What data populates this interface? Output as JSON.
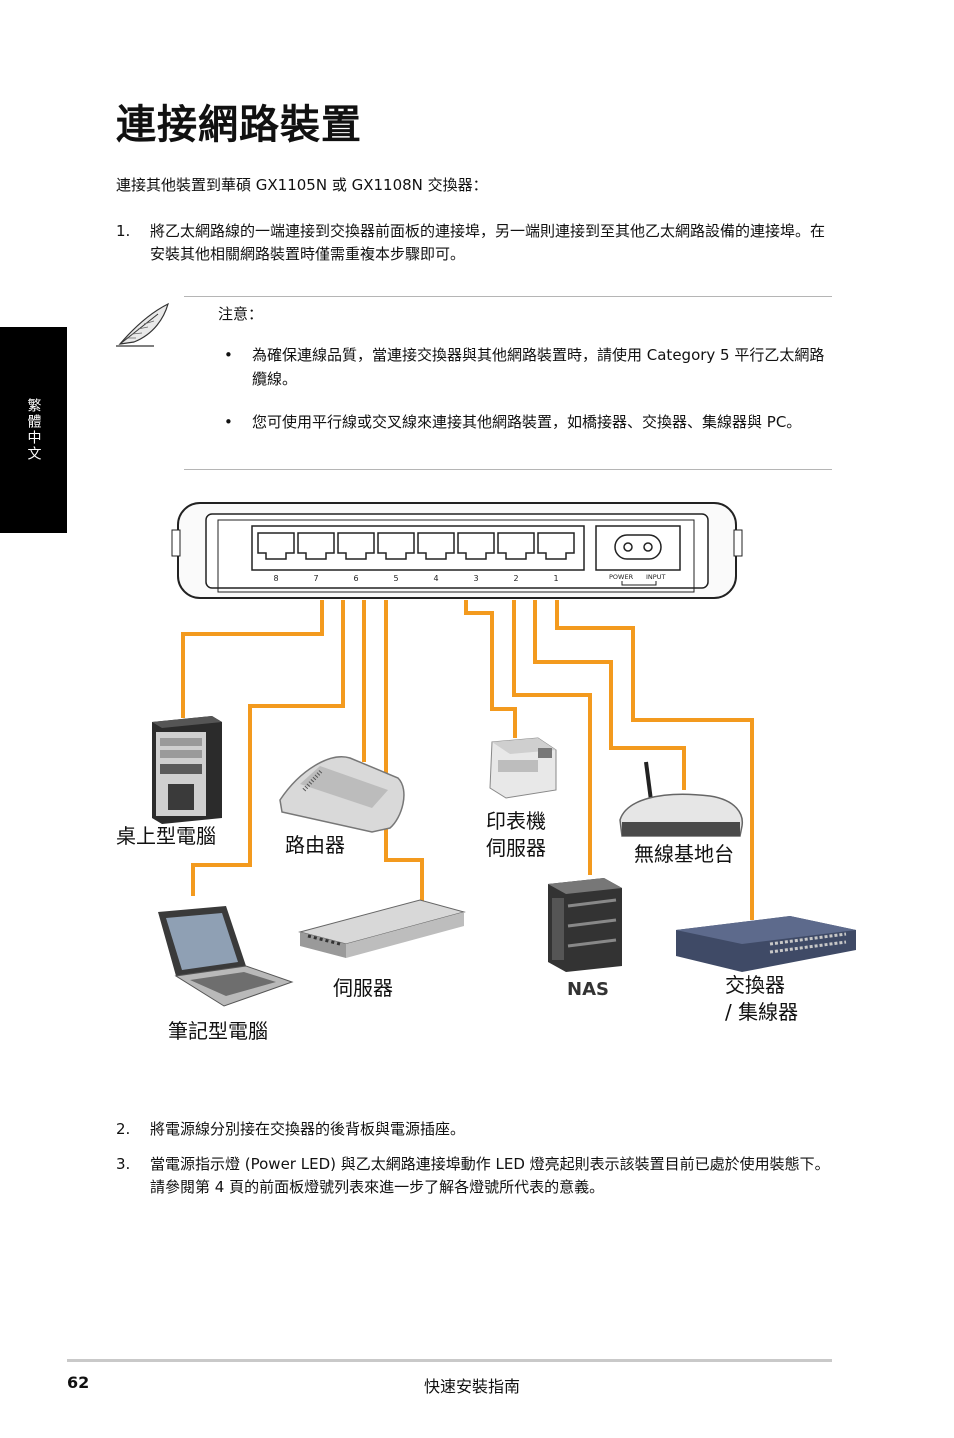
{
  "side_tab": {
    "label": "繁體中文"
  },
  "title": "連接網路裝置",
  "intro": "連接其他裝置到華碩 GX1105N 或 GX1108N 交換器：",
  "steps": [
    {
      "num": "1.",
      "text": "將乙太網路線的一端連接到交換器前面板的連接埠，另一端則連接到至其他乙太網路設備的連接埠。在安裝其他相關網路裝置時僅需重複本步驟即可。"
    },
    {
      "num": "2.",
      "text": "將電源線分別接在交換器的後背板與電源插座。"
    },
    {
      "num": "3.",
      "text": "當電源指示燈 (Power LED) 與乙太網路連接埠動作 LED 燈亮起則表示該裝置目前已處於使用裝態下。請參閱第 4 頁的前面板燈號列表來進一步了解各燈號所代表的意義。"
    }
  ],
  "note": {
    "title": "注意：",
    "bullets": [
      "為確保連線品質，當連接交換器與其他網路裝置時，請使用 Category 5 平行乙太網路纜線。",
      "您可使用平行線或交叉線來連接其他網路裝置，如橋接器、交換器、集線器與 PC。"
    ],
    "bullet_symbol": "•",
    "icon": "feather-pen-icon"
  },
  "diagram": {
    "port_numbers": [
      "8",
      "7",
      "6",
      "5",
      "4",
      "3",
      "2",
      "1"
    ],
    "power_label": "POWER",
    "input_label": "INPUT",
    "nas_label": "NAS",
    "cable_color": "#f39a1e",
    "devices": {
      "desktop": "桌上型電腦",
      "router": "路由器",
      "printer_line1": "印表機",
      "printer_line2": "伺服器",
      "wireless": "無線基地台",
      "server": "伺服器",
      "notebook": "筆記型電腦",
      "switch_line1": "交換器",
      "switch_line2": "/ 集線器"
    }
  },
  "footer": {
    "page": "62",
    "title": "快速安裝指南"
  }
}
